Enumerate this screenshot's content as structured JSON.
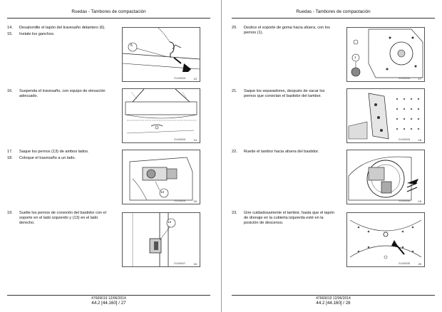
{
  "left_page": {
    "header": "Ruedas - Tambores de compactación",
    "steps": [
      {
        "num": "14.",
        "text": "Desatornille el tapón del travesaño delantero (6)."
      },
      {
        "num": "15.",
        "text": "Instale los ganchos."
      },
      {
        "num": "16.",
        "text": "Suspenda el travesaño, con equipo de elevación adecuado."
      },
      {
        "num": "17.",
        "text": "Saque los pernos (13) de ambos lados."
      },
      {
        "num": "18.",
        "text": "Coloque el travesaño a un lado."
      },
      {
        "num": "19.",
        "text": "Suelte los pernos de conexión del bastidor con el soporte en el lado izquierdo y (13) en el lado derecho."
      }
    ],
    "figures": [
      {
        "code": "GV10M004",
        "number": "13",
        "callout": "6"
      },
      {
        "code": "GV10M005",
        "number": "14",
        "callout": ""
      },
      {
        "code": "GV10M006",
        "number": "15",
        "callout": "13"
      },
      {
        "code": "GV10M007",
        "number": "16",
        "callout": "13"
      }
    ],
    "footer_doc": "47669019 12/06/2014",
    "footer_page": "44.2 [44.160] / 27"
  },
  "right_page": {
    "header": "Ruedas - Tambores de compactación",
    "steps": [
      {
        "num": "20.",
        "text": "Deslice el soporte de goma hacia afuera, con los pernos (1)."
      },
      {
        "num": "21.",
        "text": "Saque los separadores, después de sacar los pernos que conectan el bastidor del tambor."
      },
      {
        "num": "22.",
        "text": "Ruede el tambor hacia afuera del bastidor."
      },
      {
        "num": "23.",
        "text": "Gire cuidadosamente el tambor, hasta que el tapón de drenaje en la cubierta izquierda esté en la posición de descenso."
      }
    ],
    "figures": [
      {
        "code": "GV10M032",
        "number": "17",
        "callout": "1"
      },
      {
        "code": "GV10M033",
        "number": "18",
        "callout": ""
      },
      {
        "code": "GV10M034",
        "number": "19",
        "callout": ""
      },
      {
        "code": "GV10M035",
        "number": "20",
        "callout": ""
      }
    ],
    "footer_doc": "47669019 12/06/2014",
    "footer_page": "44.2 [44.160] / 28"
  }
}
